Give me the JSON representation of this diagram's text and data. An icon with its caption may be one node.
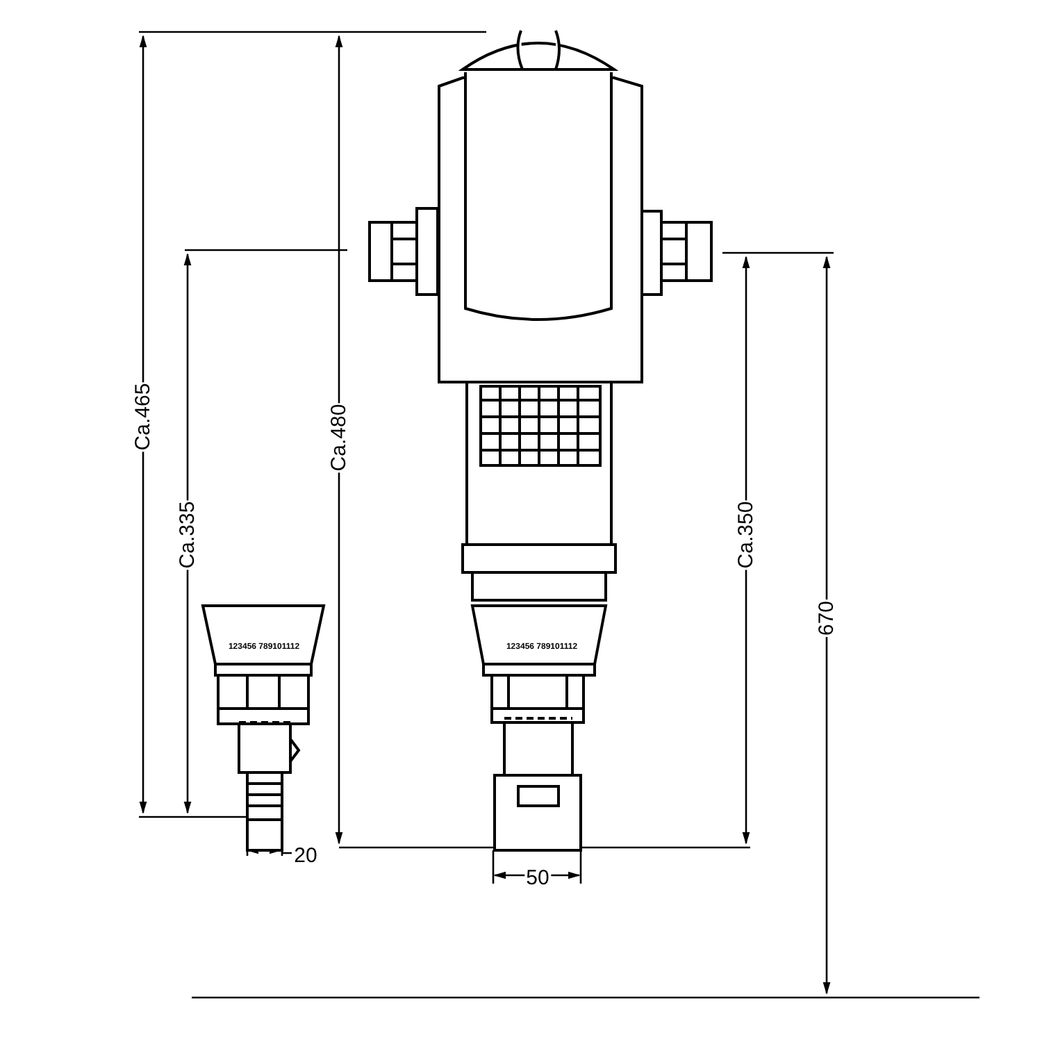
{
  "diagram": {
    "labels": [
      "Ca.465",
      "Ca.480",
      "Ca.335",
      "Ca.350",
      "670",
      "123456 789101112",
      "123456 789101112",
      "20",
      "50"
    ]
  }
}
